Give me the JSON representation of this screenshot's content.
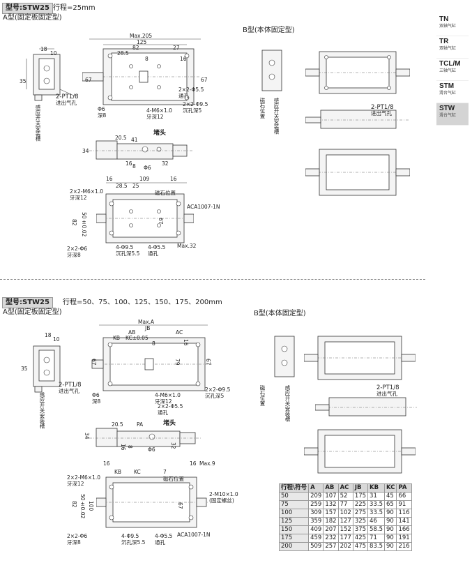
{
  "section1": {
    "model_tag": "型号:STW25",
    "stroke_text": "行程=25mm",
    "typeA_title": "A型(固定板固定型)",
    "typeB_title": "B型(本体固定型)",
    "labels": {
      "max205": "Max.205",
      "d125": "125",
      "d82": "82",
      "d27": "27",
      "d28_5": "28.5",
      "d8": "8",
      "d16a": "16",
      "d67a": "67",
      "d67b": "67",
      "d18": "18",
      "d10": "10",
      "d35": "35",
      "pt": "2-PT1/8",
      "pt_sub": "进出气孔",
      "hole1": "2×2-Φ5.5",
      "hole1_sub": "通孔",
      "hole2": "2×2-Φ9.5",
      "hole2_sub": "沉孔深5",
      "phi6": "Φ6",
      "phi6_sub": "深8",
      "m6": "4-M6×1.0",
      "m6_sub": "牙深12",
      "plug": "堵头",
      "d20_5": "20.5",
      "d41": "41",
      "d34": "34",
      "d16b": "16",
      "d8b": "8",
      "d32": "32",
      "phi6b": "Φ6",
      "d16c": "16",
      "d109": "109",
      "d16d": "16",
      "d28_5b": "28.5",
      "d25": "25",
      "sensor_pos": "磁石位置",
      "m6b": "2×2-M6×1.0",
      "m6b_sub": "牙深12",
      "d82b": "82",
      "d50": "50±0.02",
      "d67c": "67",
      "aca": "ACA1007-1N",
      "max32": "Max.32",
      "phi6c": "2×2-Φ6",
      "phi6c_sub": "牙深8",
      "phi9": "4-Φ9.5",
      "phi9_sub": "沉孔深5.5",
      "phi55": "4-Φ5.5",
      "phi55_sub": "通孔",
      "pt_b": "2-PT1/8",
      "pt_b_sub": "进出气孔",
      "magnet_vert": "磁石位置",
      "sensor_vert": "感应开关安装槽"
    }
  },
  "section2": {
    "model_tag": "型号:STW25",
    "stroke_text": "行程=50、75、100、125、150、175、200mm",
    "typeA_title": "A型(固定板固定型)",
    "typeB_title": "B型(本体固定型)",
    "labels": {
      "maxA": "Max.A",
      "ab": "AB",
      "ac": "AC",
      "jb": "JB",
      "kb": "KB",
      "kc": "KC±0.05",
      "d8": "8",
      "d16a": "16",
      "d67a": "67",
      "d67b": "67",
      "d79": "79",
      "d18": "18",
      "d10": "10",
      "d35": "35",
      "pt": "2-PT1/8",
      "pt_sub": "进出气孔",
      "phi9": "2×2-Φ9.5",
      "phi9_sub": "沉孔深5",
      "phi55": "2×2-Φ5.5",
      "phi55_sub": "通孔",
      "phi6": "Φ6",
      "phi6_sub": "深8",
      "m6": "4-M6×1.0",
      "m6_sub": "牙深12",
      "d20_5": "20.5",
      "pa": "PA",
      "plug": "堵头",
      "d34": "34",
      "d16b": "16",
      "d8b": "8",
      "d32": "32",
      "phi6b": "Φ6",
      "d16c": "16",
      "kb2": "KB",
      "kc2": "KC",
      "d7": "7",
      "d16d": "16",
      "max9": "Max.9",
      "sensor_pos": "磁石位置",
      "m6b": "2×2-M6×1.0",
      "m6b_sub": "牙深12",
      "m10": "2-M10×1.0",
      "m10_sub": "(固定螺丝)",
      "d82": "82",
      "d50": "50±0.02",
      "d100": "100",
      "d67c": "67",
      "phi6c": "2×2-Φ6",
      "phi6c_sub": "牙深8",
      "phi9b": "4-Φ9.5",
      "phi9b_sub": "沉孔深5.5",
      "phi55b": "4-Φ5.5",
      "phi55b_sub": "通孔",
      "aca": "ACA1007-1N",
      "pt_b": "2-PT1/8",
      "pt_b_sub": "进出气孔",
      "magnet_vert": "磁石位置",
      "sensor_vert": "感应开关安装槽"
    },
    "table": {
      "headers": [
        "行程\\符号",
        "A",
        "AB",
        "AC",
        "JB",
        "KB",
        "KC",
        "PA"
      ],
      "rows": [
        [
          "50",
          "209",
          "107",
          "52",
          "175",
          "31",
          "45",
          "66"
        ],
        [
          "75",
          "259",
          "132",
          "77",
          "225",
          "33.5",
          "65",
          "91"
        ],
        [
          "100",
          "309",
          "157",
          "102",
          "275",
          "33.5",
          "90",
          "116"
        ],
        [
          "125",
          "359",
          "182",
          "127",
          "325",
          "46",
          "90",
          "141"
        ],
        [
          "150",
          "409",
          "207",
          "152",
          "375",
          "58.5",
          "90",
          "166"
        ],
        [
          "175",
          "459",
          "232",
          "177",
          "425",
          "71",
          "90",
          "191"
        ],
        [
          "200",
          "509",
          "257",
          "202",
          "475",
          "83.5",
          "90",
          "216"
        ]
      ]
    }
  },
  "nav": [
    {
      "code": "TN",
      "label": "双轴气缸"
    },
    {
      "code": "TR",
      "label": "双轴气缸"
    },
    {
      "code": "TCL/M",
      "label": "三轴气缸"
    },
    {
      "code": "STM",
      "label": "滑台气缸"
    },
    {
      "code": "STW",
      "label": "滑台气缸"
    }
  ]
}
